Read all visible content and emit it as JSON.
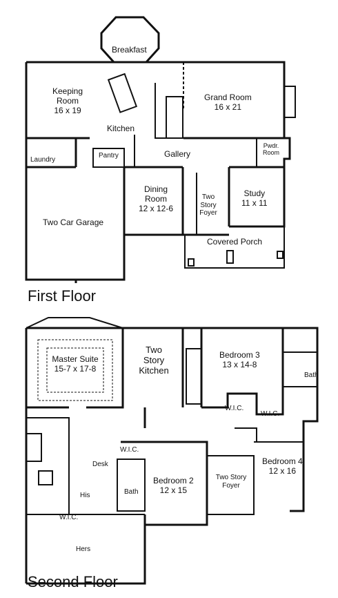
{
  "first_floor": {
    "title": "First Floor",
    "rooms": {
      "breakfast": {
        "name": "Breakfast"
      },
      "keeping": {
        "name": "Keeping Room",
        "size": "16 x 19"
      },
      "grand": {
        "name": "Grand Room",
        "size": "16 x 21"
      },
      "kitchen": {
        "name": "Kitchen"
      },
      "laundry": {
        "name": "Laundry"
      },
      "pantry": {
        "name": "Pantry"
      },
      "gallery": {
        "name": "Gallery"
      },
      "pwdr": {
        "name": "Pwdr. Room"
      },
      "garage": {
        "name": "Two Car Garage"
      },
      "dining": {
        "name": "Dining Room",
        "size": "12 x 12-6"
      },
      "foyer": {
        "name": "Two Story Foyer"
      },
      "study": {
        "name": "Study",
        "size": "11 x 11"
      },
      "porch": {
        "name": "Covered Porch"
      }
    }
  },
  "second_floor": {
    "title": "Second Floor",
    "rooms": {
      "master": {
        "name": "Master Suite",
        "size": "15-7 x 17-8"
      },
      "kitchen_open": {
        "name": "Two Story Kitchen"
      },
      "bed3": {
        "name": "Bedroom 3",
        "size": "13 x 14-8"
      },
      "bath_r": {
        "name": "Bath"
      },
      "wic3a": {
        "name": "W.I.C."
      },
      "wic3b": {
        "name": "W.I.C."
      },
      "wic_mid": {
        "name": "W.I.C."
      },
      "desk": {
        "name": "Desk"
      },
      "bath_m": {
        "name": "Bath"
      },
      "bed2": {
        "name": "Bedroom 2",
        "size": "12 x 15"
      },
      "foyer2": {
        "name": "Two Story Foyer"
      },
      "bed4": {
        "name": "Bedroom 4",
        "size": "12 x 16"
      },
      "his": {
        "name": "His"
      },
      "wic_m": {
        "name": "W.I.C."
      },
      "hers": {
        "name": "Hers"
      }
    }
  }
}
